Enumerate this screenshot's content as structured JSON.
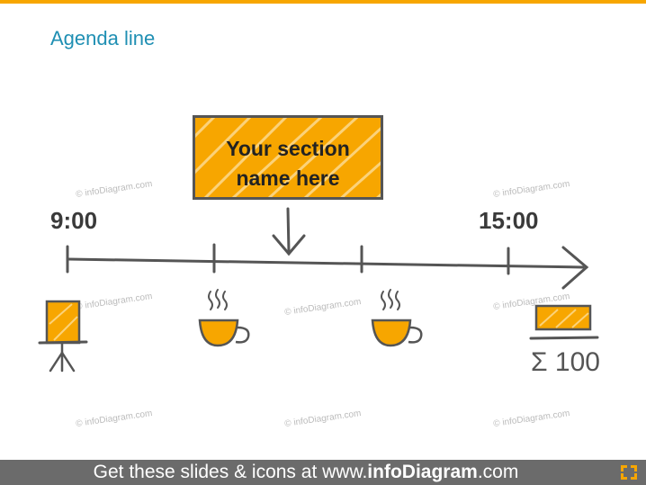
{
  "title": "Agenda line",
  "timeline": {
    "start_time": "9:00",
    "end_time": "15:00",
    "section_label_line1": "Your section",
    "section_label_line2": "name here"
  },
  "icons": [
    "flipchart-icon",
    "coffee-cup-icon",
    "coffee-cup-icon",
    "sum-100-icon"
  ],
  "sum_text": "Σ 100",
  "watermark": "© infoDiagram.com",
  "footer": {
    "prefix": "Get these slides & icons at www.",
    "brand": "infoDiagram",
    "suffix": ".com"
  },
  "colors": {
    "accent_orange": "#f7a600",
    "title_blue": "#1f8fb3",
    "line_gray": "#555555",
    "footer_bg": "#6b6b6b"
  }
}
